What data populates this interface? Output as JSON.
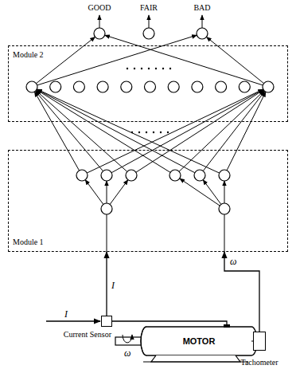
{
  "diagram": {
    "nodes": [
      {
        "text": [
          "Module 2"
        ]
      },
      {
        "text": [
          "Module 1"
        ]
      },
      {
        "text": [
          "Current Sensor"
        ]
      },
      {
        "text": [
          "MOTOR"
        ]
      },
      {
        "text": [
          "Tachometer"
        ]
      }
    ],
    "edges": [
      {
        "from": 2,
        "to": 1,
        "arrow": "to",
        "label": "I"
      },
      {
        "from": 4,
        "to": 1,
        "arrow": "to",
        "label": "ω"
      },
      {
        "from": 2,
        "to": 3,
        "arrow": "none"
      }
    ],
    "labels": [
      "GOOD",
      "FAIR",
      "BAD",
      "I",
      "ω"
    ]
  }
}
